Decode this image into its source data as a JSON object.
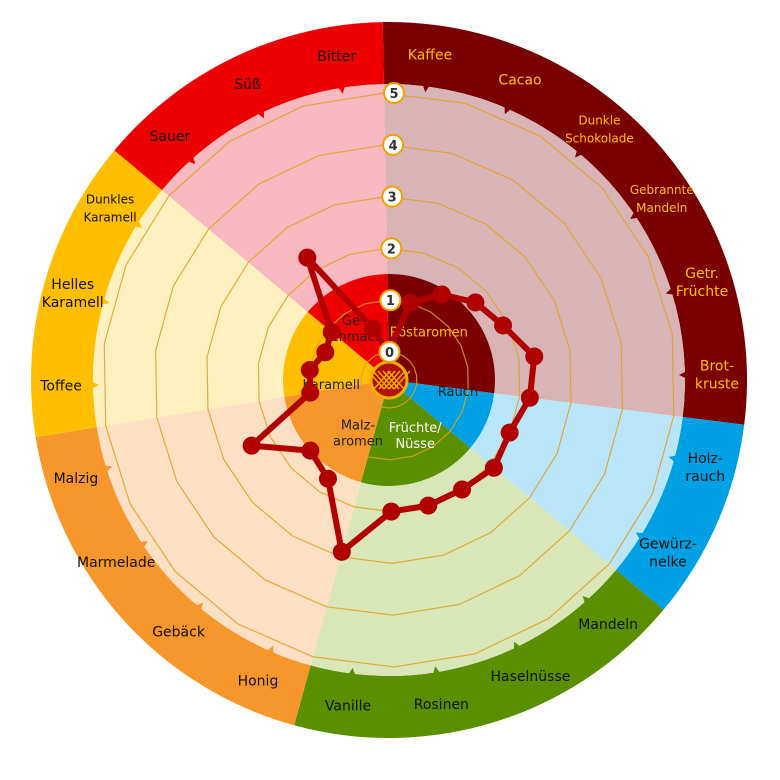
{
  "chart_data": {
    "type": "radar",
    "scale": {
      "min": 0,
      "max": 5,
      "ticks": [
        "0",
        "1",
        "2",
        "3",
        "4",
        "5"
      ]
    },
    "groups": [
      {
        "name": "Röstaromen",
        "color": "#7a0000",
        "light": "#d8b4b6",
        "inner_label": [
          "Röstaromen"
        ]
      },
      {
        "name": "Rauch",
        "color": "#00a0e4",
        "light": "#b8e6f8",
        "inner_label": [
          "Rauch"
        ]
      },
      {
        "name": "Früchte/Nüsse",
        "color": "#5a8f00",
        "light": "#d8e6b8",
        "inner_label": [
          "Früchte/",
          "Nüsse"
        ]
      },
      {
        "name": "Malzaromen",
        "color": "#f7962a",
        "light": "#fde0c4",
        "inner_label": [
          "Malz-",
          "aromen"
        ]
      },
      {
        "name": "Karamell",
        "color": "#ffbf00",
        "light": "#fff0c0",
        "inner_label": [
          "Karamell"
        ]
      },
      {
        "name": "Geschmack",
        "color": "#ee0000",
        "light": "#f8b8c0",
        "inner_label": [
          "Ge-",
          "schmack"
        ]
      }
    ],
    "categories": [
      {
        "name": "Kaffee",
        "lines": [
          "Kaffee"
        ],
        "group": 0,
        "value": 0
      },
      {
        "name": "Cacao",
        "lines": [
          "Cacao"
        ],
        "group": 0,
        "value": 1.0
      },
      {
        "name": "Dunkle Schokolade",
        "lines": [
          "Dunkle",
          "Schokolade"
        ],
        "group": 0,
        "value": 1.4
      },
      {
        "name": "Gebrannte Mandeln",
        "lines": [
          "Gebrannte",
          "Mandeln"
        ],
        "group": 0,
        "value": 1.7
      },
      {
        "name": "Getr. Früchte",
        "lines": [
          "Getr.",
          "Früchte"
        ],
        "group": 0,
        "value": 1.9
      },
      {
        "name": "Brotkruste",
        "lines": [
          "Brot-",
          "kruste"
        ],
        "group": 0,
        "value": 2.3
      },
      {
        "name": "Holzrauch",
        "lines": [
          "Holz-",
          "rauch"
        ],
        "group": 1,
        "value": 2.2
      },
      {
        "name": "Gewürznelke",
        "lines": [
          "Gewürz-",
          "nelke"
        ],
        "group": 1,
        "value": 2.0
      },
      {
        "name": "Mandeln",
        "lines": [
          "Mandeln"
        ],
        "group": 2,
        "value": 2.1
      },
      {
        "name": "Haselnüsse",
        "lines": [
          "Haselnüsse"
        ],
        "group": 2,
        "value": 2.0
      },
      {
        "name": "Rosinen",
        "lines": [
          "Rosinen"
        ],
        "group": 2,
        "value": 2.0
      },
      {
        "name": "Vanille",
        "lines": [
          "Vanille"
        ],
        "group": 2,
        "value": 2.0
      },
      {
        "name": "Honig",
        "lines": [
          "Honig"
        ],
        "group": 3,
        "value": 2.9
      },
      {
        "name": "Gebäck",
        "lines": [
          "Gebäck"
        ],
        "group": 3,
        "value": 1.7
      },
      {
        "name": "Marmelade",
        "lines": [
          "Marmelade"
        ],
        "group": 3,
        "value": 1.5
      },
      {
        "name": "Malzig",
        "lines": [
          "Malzig"
        ],
        "group": 3,
        "value": 2.4
      },
      {
        "name": "Toffee",
        "lines": [
          "Toffee"
        ],
        "group": 4,
        "value": 1.0
      },
      {
        "name": "Helles Karamell",
        "lines": [
          "Helles",
          "Karamell"
        ],
        "group": 4,
        "value": 1.0
      },
      {
        "name": "Dunkles Karamell",
        "lines": [
          "Dunkles",
          "Karamell"
        ],
        "group": 4,
        "value": 0.8
      },
      {
        "name": "Sauer",
        "lines": [
          "Sauer"
        ],
        "group": 5,
        "value": 0.9
      },
      {
        "name": "Süß",
        "lines": [
          "Süß"
        ],
        "group": 5,
        "value": 2.3
      },
      {
        "name": "Bitter",
        "lines": [
          "Bitter"
        ],
        "group": 5,
        "value": 0.5
      }
    ],
    "line_color": "#b00000",
    "grid_color": "#e0a020"
  }
}
